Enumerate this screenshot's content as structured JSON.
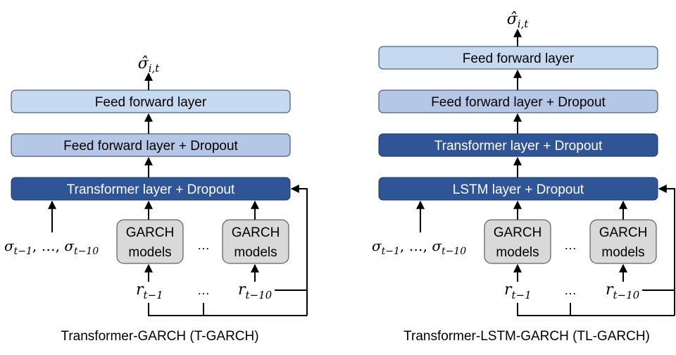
{
  "colors": {
    "light_blue": "#c5daf0",
    "mid_blue": "#b4c7e7",
    "dark_blue": "#2f5597",
    "garch_gray": "#d9d9d9",
    "border": "#2b3e5c"
  },
  "left": {
    "caption": "Transformer-GARCH (T-GARCH)",
    "output": {
      "base": "σ̂",
      "sub": "i,t"
    },
    "layers": [
      "Feed forward layer",
      "Feed forward layer + Dropout",
      "Transformer layer + Dropout"
    ],
    "sigma_inputs": "σt−1, …, σt−10",
    "sigma": {
      "first_base": "σ",
      "first_sub": "t−1",
      "sep": ", …, ",
      "last_base": "σ",
      "last_sub": "t−10"
    },
    "garch_line1": "GARCH",
    "garch_line2": "models",
    "ellipsis": "…",
    "returns": {
      "first_base": "r",
      "first_sub": "t−1",
      "last_base": "r",
      "last_sub": "t−10"
    }
  },
  "right": {
    "caption": "Transformer-LSTM-GARCH (TL-GARCH)",
    "output": {
      "base": "σ̂",
      "sub": "i,t"
    },
    "layers": [
      "Feed forward layer",
      "Feed forward layer + Dropout",
      "Transformer layer + Dropout",
      "LSTM layer + Dropout"
    ],
    "sigma": {
      "first_base": "σ",
      "first_sub": "t−1",
      "sep": ", …, ",
      "last_base": "σ",
      "last_sub": "t−10"
    },
    "garch_line1": "GARCH",
    "garch_line2": "models",
    "ellipsis": "…",
    "returns": {
      "first_base": "r",
      "first_sub": "t−1",
      "last_base": "r",
      "last_sub": "t−10"
    }
  }
}
